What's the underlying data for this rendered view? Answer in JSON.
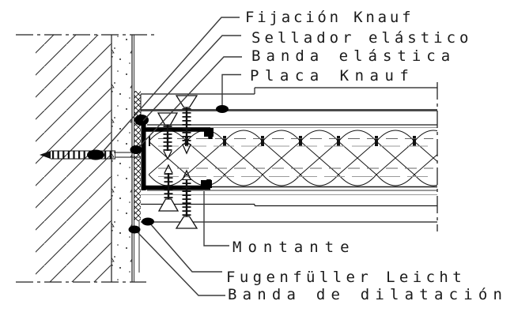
{
  "colors": {
    "background": "#ffffff",
    "ink": "#1a1a1a",
    "leader_line": "#3a3a3a",
    "board_face": "#4a4a4a"
  },
  "callouts": {
    "fijacion": "Fijación Knauf",
    "sellador": "Sellador elástico",
    "banda_elastica": "Banda elástica",
    "placa": "Placa Knauf",
    "montante": "Montante",
    "fugenfuller": "Fugenfüller Leicht",
    "banda_dilatacion": "Banda de dilatación"
  }
}
